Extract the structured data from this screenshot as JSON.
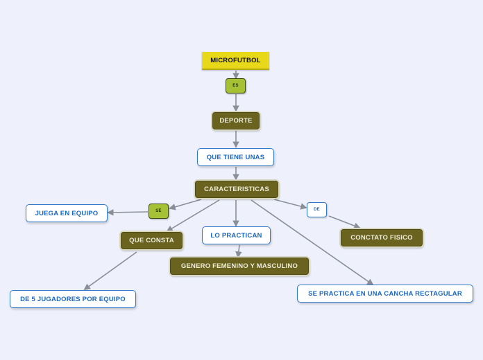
{
  "nodes": {
    "microfutbol": "MICROFUTBOL",
    "es": "ES",
    "deporte": "DEPORTE",
    "que_tiene_unas": "QUE TIENE UNAS",
    "caracteristicas": "CARACTERISTICAS",
    "se": "SE",
    "juega_en_equipo": "JUEGA EN EQUIPO",
    "de": "DE",
    "conctato_fisico": "CONCTATO FISICO",
    "que_consta": "QUE CONSTA",
    "de_5_jugadores": "DE 5 JUGADORES POR EQUIPO",
    "lo_practican": "LO PRACTICAN",
    "genero": "GENERO FEMENINO Y MASCULINO",
    "cancha": "SE PRACTICA EN UNA CANCHA RECTAGULAR"
  },
  "colors": {
    "root_fill": "#e8d81a",
    "olive_fill": "#6a6320",
    "link_blue": "#1a67bf",
    "connector_gray": "#8a8e96",
    "background": "#eef1fb"
  }
}
